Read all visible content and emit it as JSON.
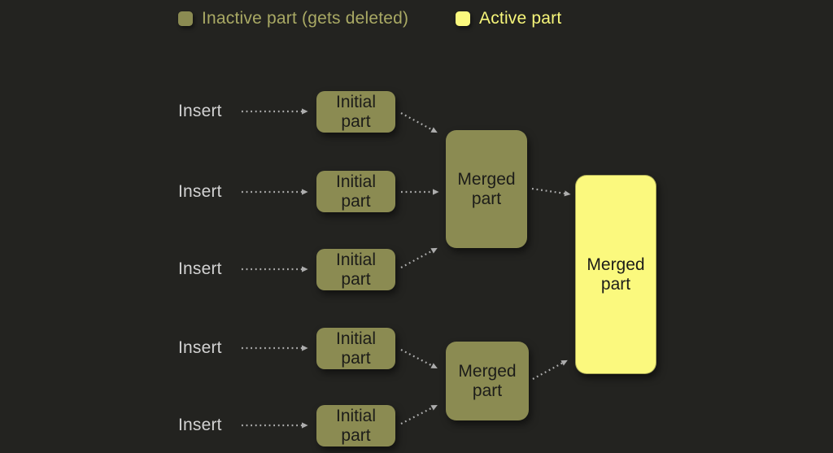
{
  "colors": {
    "background": "#232320",
    "inactive_fill": "#8B8B52",
    "active_fill": "#FBF97E",
    "box_text": "#1C1C19",
    "insert_text": "#D2D2D2",
    "legend_inactive_text": "#A9A964",
    "legend_active_text": "#F7F67A",
    "arrow_color": "#ADADAD"
  },
  "legend": {
    "items": [
      {
        "label": "Inactive part (gets deleted)",
        "type": "inactive"
      },
      {
        "label": "Active part",
        "type": "active"
      }
    ]
  },
  "diagram": {
    "inserts": [
      {
        "label": "Insert"
      },
      {
        "label": "Insert"
      },
      {
        "label": "Insert"
      },
      {
        "label": "Insert"
      },
      {
        "label": "Insert"
      }
    ],
    "initial_parts": [
      {
        "line1": "Initial",
        "line2": "part"
      },
      {
        "line1": "Initial",
        "line2": "part"
      },
      {
        "line1": "Initial",
        "line2": "part"
      },
      {
        "line1": "Initial",
        "line2": "part"
      },
      {
        "line1": "Initial",
        "line2": "part"
      }
    ],
    "intermediate_merged_parts": [
      {
        "line1": "Merged",
        "line2": "part"
      },
      {
        "line1": "Merged",
        "line2": "part"
      }
    ],
    "final_merged_part": {
      "line1": "Merged",
      "line2": "part"
    }
  }
}
